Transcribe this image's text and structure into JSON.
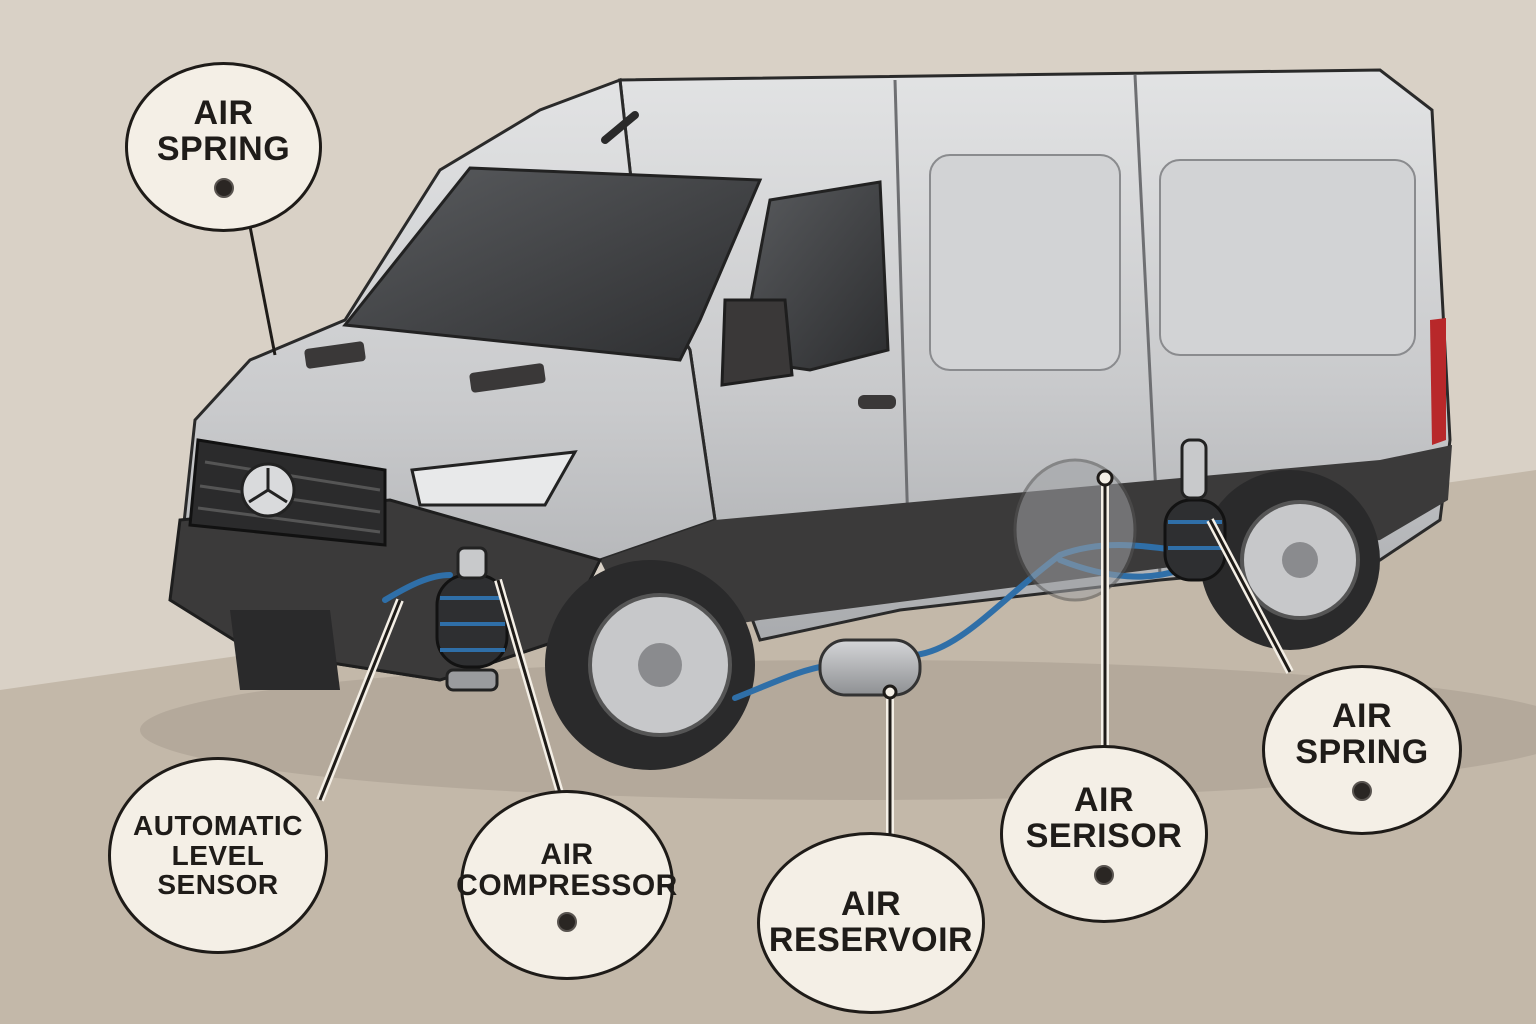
{
  "diagram": {
    "callouts": [
      {
        "id": "spring-front",
        "lines": [
          "AIR",
          "SPRING"
        ]
      },
      {
        "id": "level-sensor",
        "lines": [
          "AUTOMATIC",
          "LEVEL",
          "SENSOR"
        ]
      },
      {
        "id": "compressor",
        "lines": [
          "AIR",
          "COMPRESSOR"
        ]
      },
      {
        "id": "reservoir",
        "lines": [
          "AIR",
          "RESERVOIR"
        ]
      },
      {
        "id": "sensor",
        "lines": [
          "AIR",
          "SERISOR"
        ]
      },
      {
        "id": "spring-rear",
        "lines": [
          "AIR",
          "SPRING"
        ]
      }
    ],
    "colors": {
      "background": "#d9d1c6",
      "ground": "#c3b8a9",
      "van_body": "#c8c9cb",
      "trim": "#3b3a3a",
      "air_line": "#2f6fa8",
      "callout_fill": "#f4efe6",
      "callout_border": "#1e1b18"
    }
  }
}
